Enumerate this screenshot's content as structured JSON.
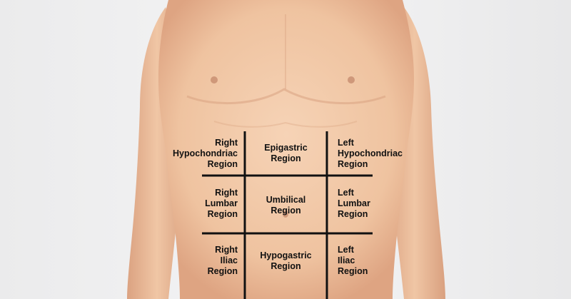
{
  "colors": {
    "background": "#e9e9ea",
    "skin": "#f2c9a8",
    "skin_shadow": "#d9a382",
    "grid_lines": "#111111",
    "label_text": "#111111"
  },
  "regions": {
    "right_hypochondriac": [
      "Right",
      "Hypochondriac",
      "Region"
    ],
    "epigastric": [
      "Epigastric",
      "Region"
    ],
    "left_hypochondriac": [
      "Left",
      "Hypochondriac",
      "Region"
    ],
    "right_lumbar": [
      "Right",
      "Lumbar",
      "Region"
    ],
    "umbilical": [
      "Umbilical",
      "Region"
    ],
    "left_lumbar": [
      "Left",
      "Lumbar",
      "Region"
    ],
    "right_iliac": [
      "Right",
      "Iliac",
      "Region"
    ],
    "hypogastric": [
      "Hypogastric",
      "Region"
    ],
    "left_iliac": [
      "Left",
      "Iliac",
      "Region"
    ]
  }
}
